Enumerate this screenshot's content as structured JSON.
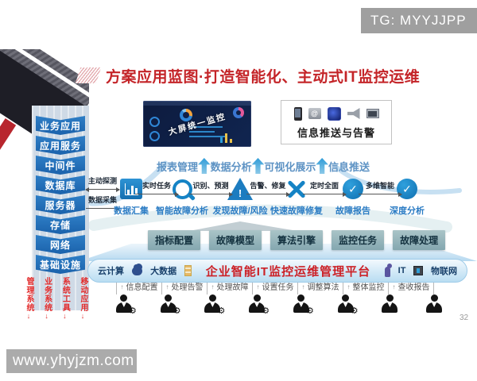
{
  "page": {
    "tg": "TG: MYYJJPP",
    "page_number": "32",
    "watermark": "www.yhyjzm.com"
  },
  "title": {
    "text": "方案应用蓝图·打造智能化、主动式IT监控运维"
  },
  "icons": {
    "up_arrow": "↑",
    "down_arrow": "↓",
    "check": "✓",
    "exclamation": "!",
    "at": "@"
  },
  "architecture": {
    "layers": [
      "业务应用",
      "应用服务",
      "中间件",
      "数据库",
      "服务器",
      "存储",
      "网络",
      "基础设施"
    ],
    "systems": [
      "管理系统",
      "业务系统",
      "系统工具",
      "移动应用"
    ]
  },
  "monitor_screen": {
    "caption": "大屏统一监控"
  },
  "push_panel": {
    "label": "信息推送与告警"
  },
  "capabilities": {
    "items": [
      "报表管理",
      "数据分析",
      "可视化展示",
      "信息推送"
    ]
  },
  "collection": {
    "probe": "主动探测",
    "gather": "数据采集"
  },
  "flow": {
    "steps": [
      "数据汇集",
      "智能故障分析",
      "发现故障/风险",
      "快速故障修复",
      "故障报告",
      "深度分析"
    ],
    "links": [
      "实时任务",
      "识别、预测",
      "告警、修复",
      "定时全面",
      "多维智能"
    ]
  },
  "modules": {
    "items": [
      "指标配置",
      "故障模型",
      "算法引擎",
      "监控任务",
      "故障处理"
    ]
  },
  "platform": {
    "name": "企业智能IT监控运维管理平台",
    "tech_left": [
      "云计算",
      "大数据"
    ],
    "tech_right": [
      "IT",
      "物联网"
    ]
  },
  "operations": {
    "tasks": [
      "信息配置",
      "处理告警",
      "处理故障",
      "设置任务",
      "调整算法",
      "整体监控",
      "查收报告"
    ],
    "person_accessories": [
      "⚙",
      "⚙",
      "⚙",
      "⚙",
      "⚙",
      "⚙",
      "",
      ""
    ]
  },
  "colors": {
    "accent_red": "#c42428",
    "primary_blue": "#1a7abf",
    "steel_blue": "#5e93c4",
    "teal_button": "#8fb0b6"
  }
}
